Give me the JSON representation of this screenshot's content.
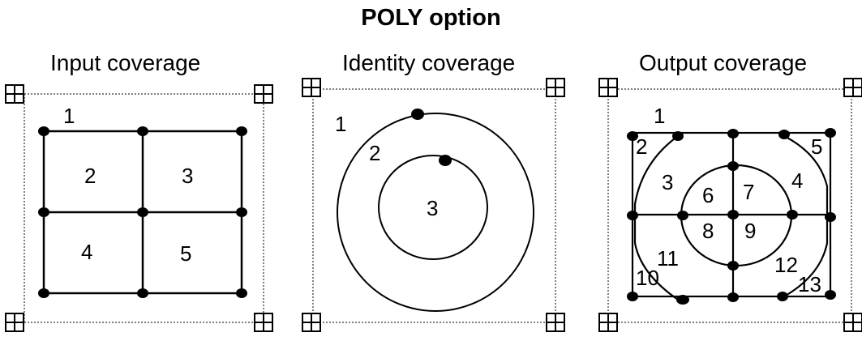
{
  "title": "POLY option",
  "panels": [
    {
      "id": "input",
      "title": "Input coverage",
      "labels": [
        "1",
        "2",
        "3",
        "4",
        "5"
      ]
    },
    {
      "id": "identity",
      "title": "Identity coverage",
      "labels": [
        "1",
        "2",
        "3"
      ]
    },
    {
      "id": "output",
      "title": "Output coverage",
      "labels": [
        "1",
        "2",
        "3",
        "4",
        "5",
        "6",
        "7",
        "8",
        "9",
        "10",
        "11",
        "12",
        "13"
      ]
    }
  ],
  "icons": [
    "tic-mark-icon"
  ],
  "colors": {
    "line": "#000000",
    "dotted_frame": "#555555",
    "background": "#ffffff"
  }
}
